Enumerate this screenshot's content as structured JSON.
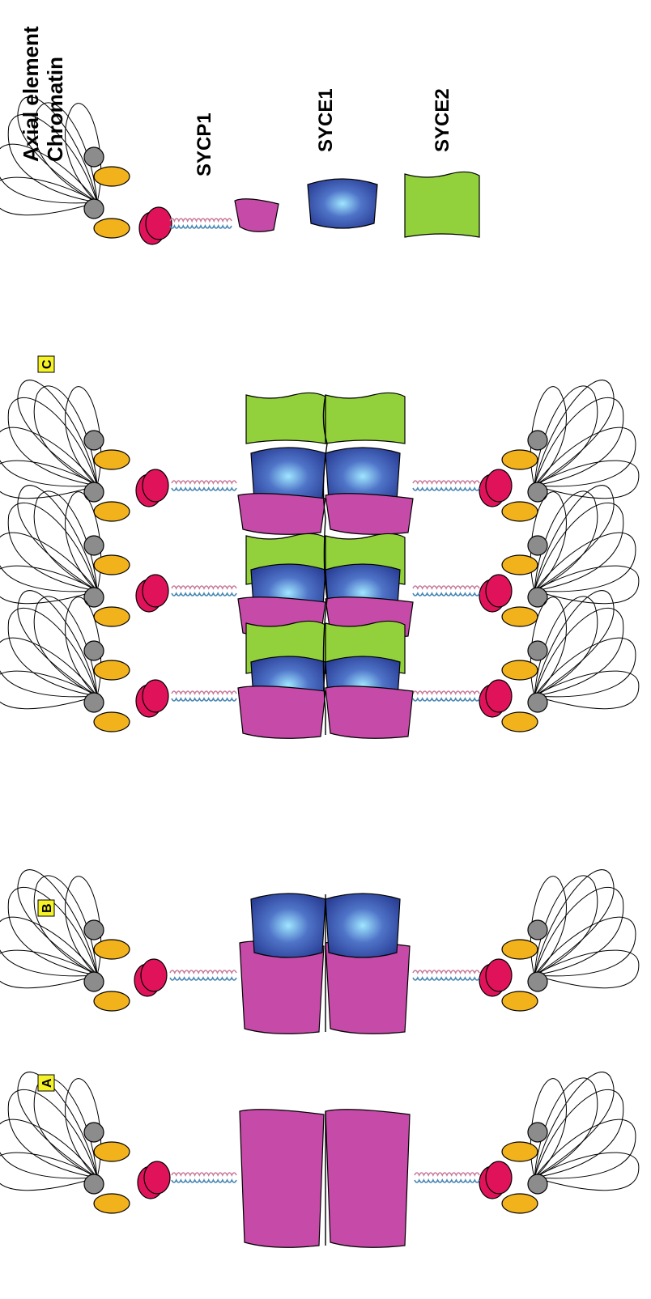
{
  "legend": {
    "axial_label_line1": "Axial element",
    "axial_label_line2": "Chromatin",
    "sycp1_label": "SYCP1",
    "syce1_label": "SYCE1",
    "syce2_label": "SYCE2"
  },
  "panels": {
    "a_label": "A",
    "b_label": "B",
    "c_label": "C"
  },
  "colors": {
    "axial_element": "#f2b21c",
    "chromatin_bead": "#8c8c8c",
    "sycp1_head": "#e0135a",
    "sycp1_body": "#c64aa8",
    "syce1_dark": "#2a3f96",
    "syce1_light": "#9fe6ff",
    "syce2": "#93d13c",
    "label_box": "#f5f227",
    "coil_blue": "#4a88b4",
    "coil_pink": "#c87a9a"
  }
}
